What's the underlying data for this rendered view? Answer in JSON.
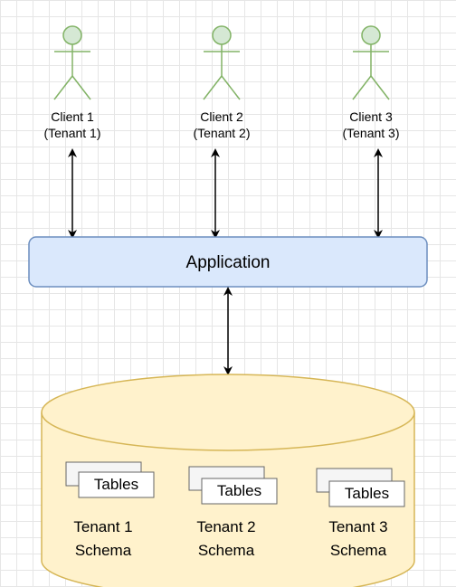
{
  "clients": [
    {
      "name": "Client 1",
      "tenant": "(Tenant 1)"
    },
    {
      "name": "Client 2",
      "tenant": "(Tenant 2)"
    },
    {
      "name": "Client 3",
      "tenant": "(Tenant 3)"
    }
  ],
  "application": {
    "label": "Application"
  },
  "database": {
    "schemas": [
      {
        "tables_label": "Tables",
        "name": "Tenant 1",
        "suffix": "Schema"
      },
      {
        "tables_label": "Tables",
        "name": "Tenant 2",
        "suffix": "Schema"
      },
      {
        "tables_label": "Tables",
        "name": "Tenant 3",
        "suffix": "Schema"
      }
    ]
  },
  "colors": {
    "actor_fill": "#d5e8d4",
    "actor_stroke": "#82b366",
    "application_fill": "#dae8fc",
    "application_stroke": "#6c8ebf",
    "database_fill": "#fff2cc",
    "database_stroke": "#d6b656",
    "connector": "#000000"
  }
}
